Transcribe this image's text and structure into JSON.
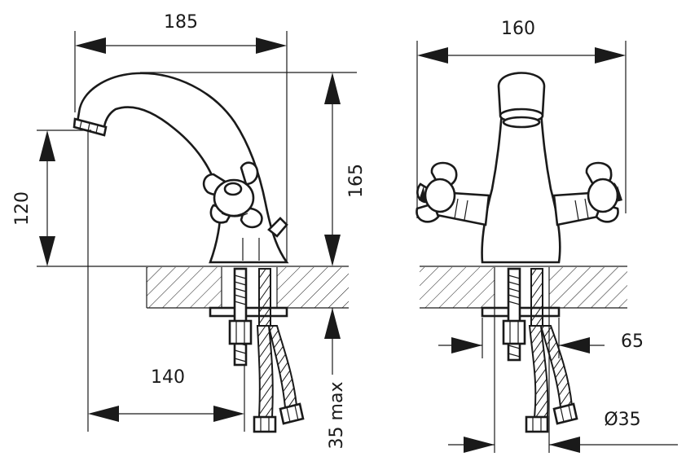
{
  "dimensions": {
    "width_overall": "185",
    "width_front": "160",
    "height_outlet": "120",
    "height_total": "165",
    "reach": "140",
    "mount_thickness": "35 max",
    "hole_spacing": "65",
    "hole_diameter": "Ø35"
  },
  "colors": {
    "line": "#1a1a1a",
    "background": "#ffffff"
  }
}
